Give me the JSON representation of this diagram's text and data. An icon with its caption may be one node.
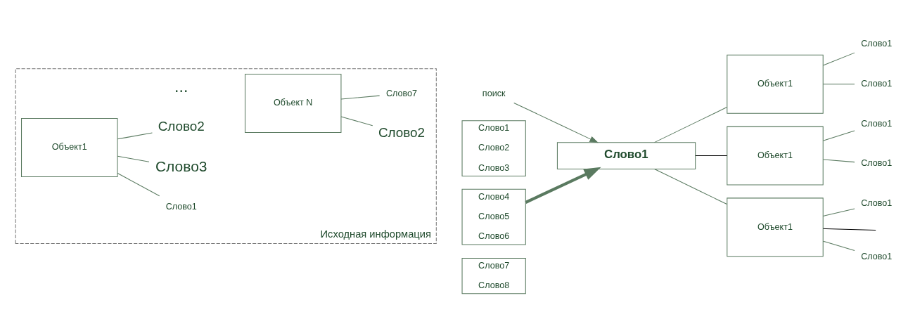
{
  "diagram": {
    "nodes": [
      {
        "text": [
          "Исходная информация"
        ]
      },
      {
        "text": [
          "Объект1"
        ],
        "in": 0
      },
      {
        "text": [
          "Объект N"
        ],
        "in": 0
      },
      {
        "text": [
          "Слово1"
        ],
        "in": 0
      },
      {
        "text": [
          "Слово3"
        ],
        "in": 0
      },
      {
        "text": [
          "Слово2"
        ],
        "in": 0
      },
      {
        "text": [
          "Слово2"
        ],
        "in": 0
      },
      {
        "text": [
          "Слово7"
        ],
        "in": 0
      },
      {
        "text": [
          "Слово1",
          "Слово2",
          "Слово3"
        ]
      },
      {
        "text": [
          "Слово4",
          "Слово5",
          "Слово6"
        ]
      },
      {
        "text": [
          "Слово7",
          "Слово8"
        ]
      },
      {
        "text": [
          "поиск"
        ]
      },
      {
        "text": [
          "Слово1"
        ]
      },
      {
        "text": [
          "Объект1"
        ]
      },
      {
        "text": [
          "Объект1"
        ]
      },
      {
        "text": [
          "Объект1"
        ]
      },
      {
        "text": [
          "Слово1"
        ]
      },
      {
        "text": [
          "Слово1"
        ]
      },
      {
        "text": [
          "Слово1"
        ]
      },
      {
        "text": [
          "Слово1"
        ]
      },
      {
        "text": [
          "Слово1"
        ]
      },
      {
        "text": [
          "Слово1"
        ]
      }
    ],
    "edges": [
      {
        "from": 1,
        "to": 3,
        "arrow": "none"
      },
      {
        "from": 1,
        "to": 4,
        "arrow": "none"
      },
      {
        "from": 1,
        "to": 5,
        "arrow": "none"
      },
      {
        "from": 2,
        "to": 6,
        "arrow": "none"
      },
      {
        "from": 2,
        "to": 7,
        "arrow": "none"
      },
      {
        "from": 9,
        "to": 12,
        "arrow": "to",
        "style": "thick"
      },
      {
        "from": 11,
        "to": 12,
        "arrow": "to"
      },
      {
        "from": 12,
        "to": 13,
        "arrow": "none"
      },
      {
        "from": 12,
        "to": 14,
        "arrow": "none",
        "color": "#000000"
      },
      {
        "from": 12,
        "to": 15,
        "arrow": "none"
      },
      {
        "from": 13,
        "to": 16,
        "arrow": "none"
      },
      {
        "from": 13,
        "to": 17,
        "arrow": "none"
      },
      {
        "from": 14,
        "to": 18,
        "arrow": "none"
      },
      {
        "from": 14,
        "to": 19,
        "arrow": "none"
      },
      {
        "from": 15,
        "to": 20,
        "arrow": "none"
      },
      {
        "from": 15,
        "to": null,
        "arrow": "none",
        "color": "#000000"
      },
      {
        "from": 15,
        "to": 21,
        "arrow": "none"
      }
    ],
    "labels": [
      "..."
    ]
  }
}
